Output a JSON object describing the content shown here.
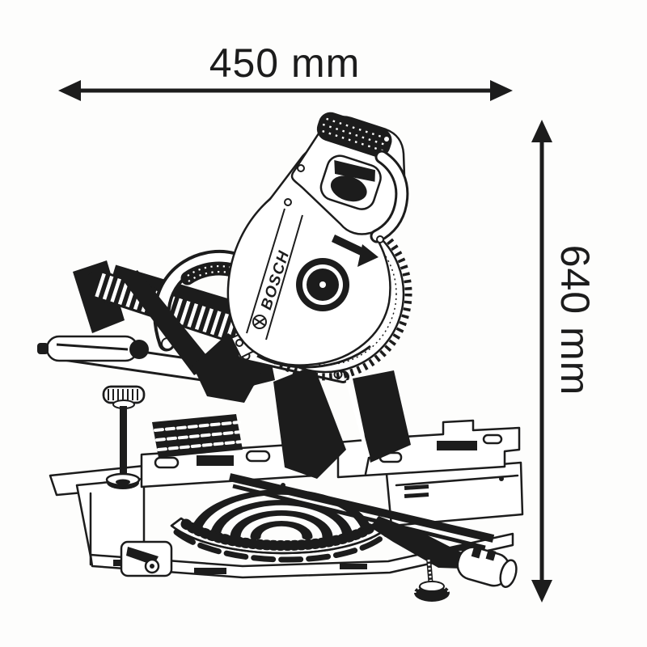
{
  "colors": {
    "ink": "#1c1c1c",
    "background": "#fdfdfc"
  },
  "annotations": {
    "width": {
      "label": "450 mm"
    },
    "height": {
      "label": "640 mm"
    }
  },
  "illustration": {
    "brand_label": "BOSCH"
  }
}
